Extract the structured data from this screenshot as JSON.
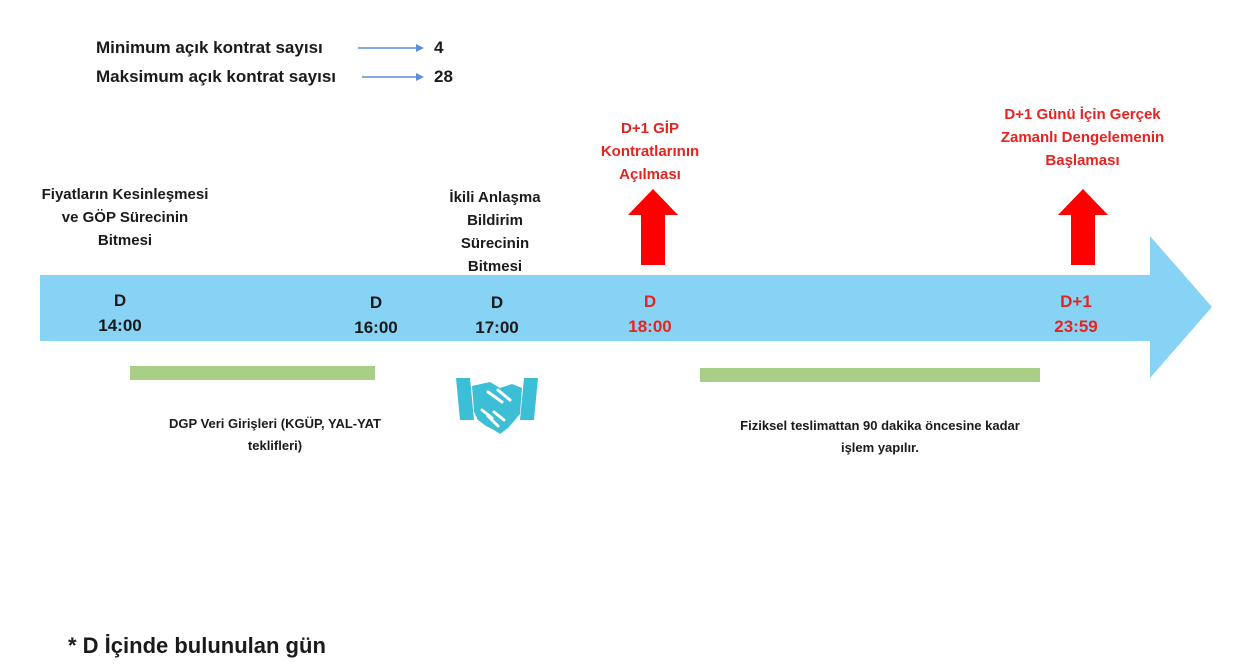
{
  "stats": [
    {
      "label": "Minimum açık kontrat sayısı",
      "value": "4"
    },
    {
      "label": "Maksimum açık kontrat sayısı",
      "value": "28"
    }
  ],
  "events": {
    "gop_end": "Fiyatların Kesinleşmesi ve GÖP Sürecinin Bitmesi",
    "bilateral_end": "İkili Anlaşma Bildirim Sürecinin Bitmesi",
    "gip_open": "D+1 GİP Kontratlarının Açılması",
    "realtime_start": "D+1 Günü İçin Gerçek Zamanlı Dengelemenin Başlaması"
  },
  "timeline": [
    {
      "day": "D",
      "time": "14:00",
      "highlight": false
    },
    {
      "day": "D",
      "time": "16:00",
      "highlight": false
    },
    {
      "day": "D",
      "time": "17:00",
      "highlight": false
    },
    {
      "day": "D",
      "time": "18:00",
      "highlight": true
    },
    {
      "day": "D+1",
      "time": "23:59",
      "highlight": true
    }
  ],
  "periods": {
    "dgp": "DGP Veri Girişleri (KGÜP, YAL-YAT teklifleri)",
    "trading": "Fiziksel teslimattan 90 dakika öncesine kadar işlem yapılır."
  },
  "footnote": "* D İçinde bulunulan gün",
  "colors": {
    "timeline": "#87d3f5",
    "highlight": "#e8231f",
    "period_bar": "#a9cf86",
    "handshake": "#3cbfd6"
  },
  "icons": [
    "arrow-right-icon",
    "arrow-up-icon",
    "handshake-icon"
  ]
}
